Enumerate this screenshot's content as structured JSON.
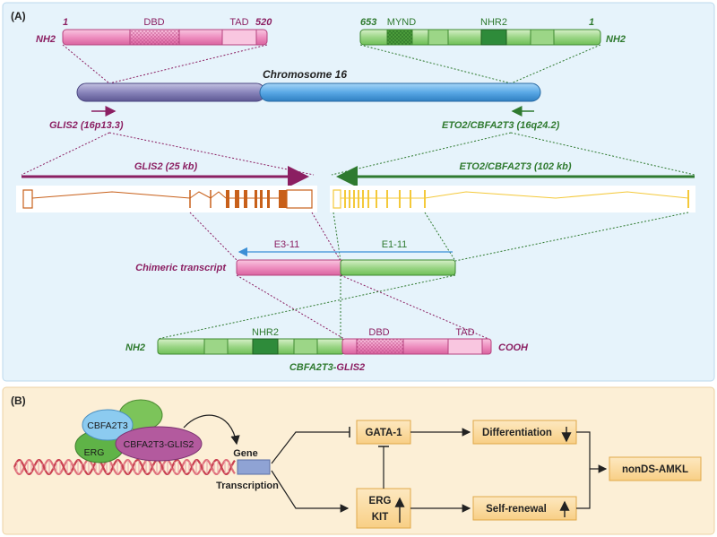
{
  "colors": {
    "panel_a_bg": "#e6f3fb",
    "panel_b_bg": "#fcefd6",
    "glis_pink": "#ee95c4",
    "glis_dark": "#8b1f62",
    "eto_green": "#8cd07a",
    "eto_dark": "#2f7a2f",
    "chrom_purple": "#8b87b8",
    "chrom_blue": "#5aa9e6",
    "exon_orange": "#c8601a",
    "exon_yellow": "#f4c93a",
    "box_fill": "#fbd99a",
    "box_stroke": "#e0a84a"
  },
  "panel_a": {
    "label": "(A)",
    "glis2_protein": {
      "start": "1",
      "end": "520",
      "nterm": "NH2",
      "dbd": "DBD",
      "tad": "TAD"
    },
    "eto2_protein": {
      "start": "653",
      "end": "1",
      "nterm": "NH2",
      "mynd": "MYND",
      "nhr2": "NHR2"
    },
    "chromosome": "Chromosome 16",
    "glis2_locus": "GLIS2 (16p13.3)",
    "eto2_locus": "ETO2/CBFA2T3 (16q24.2)",
    "glis2_gene": "GLIS2 (25 kb)",
    "eto2_gene": "ETO2/CBFA2T3 (102 kb)",
    "chimeric_label": "Chimeric transcript",
    "exons_glis": "E3-11",
    "exons_eto": "E1-11",
    "fusion": {
      "nterm": "NH2",
      "cterm": "COOH",
      "nhr2": "NHR2",
      "dbd": "DBD",
      "tad": "TAD",
      "name_a": "CBFA2T3",
      "name_sep": "-",
      "name_b": "GLIS2"
    }
  },
  "panel_b": {
    "label": "(B)",
    "complex": {
      "cbfa2t3": "CBFA2T3",
      "erg": "ERG",
      "fusion": "CBFA2T3-GLIS2"
    },
    "gene": "Gene",
    "transcription": "Transcription",
    "gata1": "GATA-1",
    "erg": "ERG",
    "kit": "KIT",
    "differentiation": "Differentiation",
    "self_renewal": "Self-renewal",
    "outcome": "nonDS-AMKL"
  }
}
